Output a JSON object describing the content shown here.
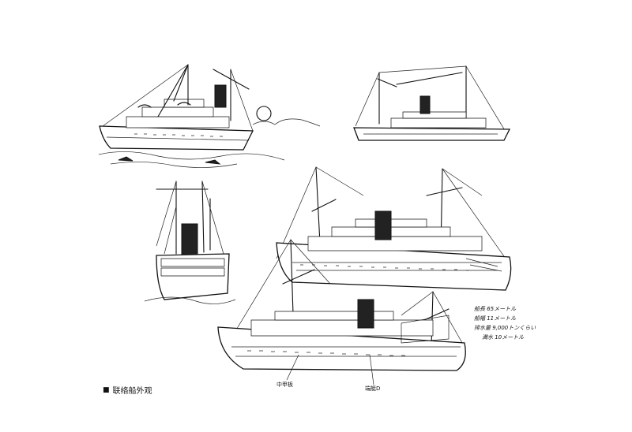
{
  "figure": {
    "caption_marker": "■",
    "caption": "联络船外观"
  },
  "annotations": {
    "spec_notes": [
      "船長 65メートル",
      "船幅 11メートル",
      "排水量 9,000トンくらい",
      "満水 10メートル"
    ],
    "deck_label": "中甲板",
    "boat_label": "端艇D"
  },
  "colors": {
    "ink": "#111111",
    "paper": "#ffffff"
  }
}
